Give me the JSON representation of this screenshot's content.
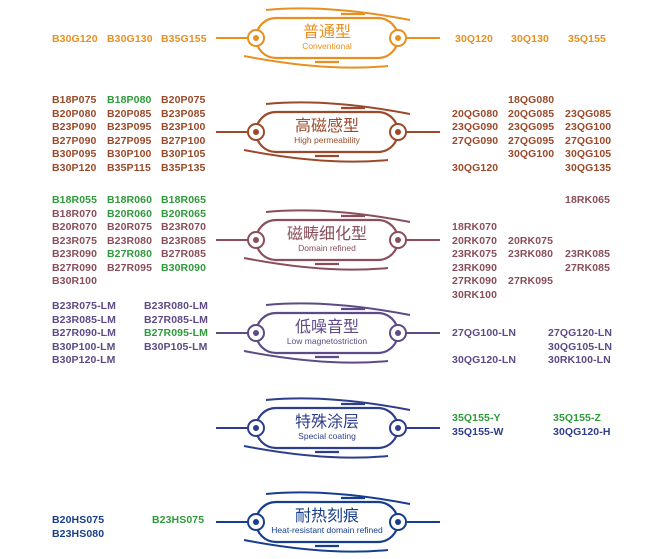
{
  "palette": {
    "orange": "#e8901f",
    "brown": "#9a4a2a",
    "mauve": "#8a4e5a",
    "purple": "#5d4a86",
    "navy": "#2e3d8c",
    "blue": "#173e8c",
    "green": "#2e9a3a"
  },
  "categories": [
    {
      "id": "conventional",
      "title_zh": "普通型",
      "title_en": "Conventional",
      "color": "#e8901f",
      "left_grades": [
        [
          {
            "t": "B30G120",
            "c": "#e8901f"
          },
          {
            "t": "B30G130",
            "c": "#e8901f"
          },
          {
            "t": "B35G155",
            "c": "#e8901f"
          }
        ]
      ],
      "right_grades": [
        [
          {
            "t": "30Q120",
            "c": "#e8901f"
          },
          {
            "t": "30Q130",
            "c": "#e8901f"
          },
          {
            "t": "35Q155",
            "c": "#e8901f"
          }
        ]
      ]
    },
    {
      "id": "high-permeability",
      "title_zh": "高磁感型",
      "title_en": "High permeability",
      "color": "#9a4a2a",
      "left_grades": [
        [
          {
            "t": "B18P075",
            "c": "#9a4a2a"
          },
          {
            "t": "B18P080",
            "c": "#2e9a3a"
          },
          {
            "t": "B20P075",
            "c": "#9a4a2a"
          }
        ],
        [
          {
            "t": "B20P080",
            "c": "#9a4a2a"
          },
          {
            "t": "B20P085",
            "c": "#9a4a2a"
          },
          {
            "t": "B23P085",
            "c": "#9a4a2a"
          }
        ],
        [
          {
            "t": "B23P090",
            "c": "#9a4a2a"
          },
          {
            "t": "B23P095",
            "c": "#9a4a2a"
          },
          {
            "t": "B23P100",
            "c": "#9a4a2a"
          }
        ],
        [
          {
            "t": "B27P090",
            "c": "#9a4a2a"
          },
          {
            "t": "B27P095",
            "c": "#9a4a2a"
          },
          {
            "t": "B27P100",
            "c": "#9a4a2a"
          }
        ],
        [
          {
            "t": "B30P095",
            "c": "#9a4a2a"
          },
          {
            "t": "B30P100",
            "c": "#9a4a2a"
          },
          {
            "t": "B30P105",
            "c": "#9a4a2a"
          }
        ],
        [
          {
            "t": "B30P120",
            "c": "#9a4a2a"
          },
          {
            "t": "B35P115",
            "c": "#9a4a2a"
          },
          {
            "t": "B35P135",
            "c": "#9a4a2a"
          }
        ]
      ],
      "right_grades": [
        [
          {
            "t": "",
            "c": ""
          },
          {
            "t": "18QG080",
            "c": "#9a4a2a"
          },
          {
            "t": "",
            "c": ""
          }
        ],
        [
          {
            "t": "20QG080",
            "c": "#9a4a2a"
          },
          {
            "t": "20QG085",
            "c": "#9a4a2a"
          },
          {
            "t": "23QG085",
            "c": "#9a4a2a"
          }
        ],
        [
          {
            "t": "23QG090",
            "c": "#9a4a2a"
          },
          {
            "t": "23QG095",
            "c": "#9a4a2a"
          },
          {
            "t": "23QG100",
            "c": "#9a4a2a"
          }
        ],
        [
          {
            "t": "27QG090",
            "c": "#9a4a2a"
          },
          {
            "t": "27QG095",
            "c": "#9a4a2a"
          },
          {
            "t": "27QG100",
            "c": "#9a4a2a"
          }
        ],
        [
          {
            "t": "",
            "c": ""
          },
          {
            "t": "30QG100",
            "c": "#9a4a2a"
          },
          {
            "t": "30QG105",
            "c": "#9a4a2a"
          }
        ],
        [
          {
            "t": "30QG120",
            "c": "#9a4a2a"
          },
          {
            "t": "",
            "c": ""
          },
          {
            "t": "30QG135",
            "c": "#9a4a2a"
          }
        ]
      ]
    },
    {
      "id": "domain-refined",
      "title_zh": "磁畴细化型",
      "title_en": "Domain refined",
      "color": "#8a4e5a",
      "left_grades": [
        [
          {
            "t": "B18R055",
            "c": "#2e9a3a"
          },
          {
            "t": "B18R060",
            "c": "#2e9a3a"
          },
          {
            "t": "B18R065",
            "c": "#2e9a3a"
          }
        ],
        [
          {
            "t": "B18R070",
            "c": "#8a4e5a"
          },
          {
            "t": "B20R060",
            "c": "#2e9a3a"
          },
          {
            "t": "B20R065",
            "c": "#2e9a3a"
          }
        ],
        [
          {
            "t": "B20R070",
            "c": "#8a4e5a"
          },
          {
            "t": "B20R075",
            "c": "#8a4e5a"
          },
          {
            "t": "B23R070",
            "c": "#8a4e5a"
          }
        ],
        [
          {
            "t": "B23R075",
            "c": "#8a4e5a"
          },
          {
            "t": "B23R080",
            "c": "#8a4e5a"
          },
          {
            "t": "B23R085",
            "c": "#8a4e5a"
          }
        ],
        [
          {
            "t": "B23R090",
            "c": "#8a4e5a"
          },
          {
            "t": "B27R080",
            "c": "#2e9a3a"
          },
          {
            "t": "B27R085",
            "c": "#8a4e5a"
          }
        ],
        [
          {
            "t": "B27R090",
            "c": "#8a4e5a"
          },
          {
            "t": "B27R095",
            "c": "#8a4e5a"
          },
          {
            "t": "B30R090",
            "c": "#2e9a3a"
          }
        ],
        [
          {
            "t": "B30R100",
            "c": "#8a4e5a"
          },
          {
            "t": "",
            "c": ""
          },
          {
            "t": "",
            "c": ""
          }
        ]
      ],
      "right_grades": [
        [
          {
            "t": "",
            "c": ""
          },
          {
            "t": "",
            "c": ""
          },
          {
            "t": "18RK065",
            "c": "#8a4e5a"
          }
        ],
        [
          {
            "t": "",
            "c": ""
          },
          {
            "t": "",
            "c": ""
          },
          {
            "t": "",
            "c": ""
          }
        ],
        [
          {
            "t": "18RK070",
            "c": "#8a4e5a"
          },
          {
            "t": "",
            "c": ""
          },
          {
            "t": "",
            "c": ""
          }
        ],
        [
          {
            "t": "20RK070",
            "c": "#8a4e5a"
          },
          {
            "t": "20RK075",
            "c": "#8a4e5a"
          },
          {
            "t": "",
            "c": ""
          }
        ],
        [
          {
            "t": "23RK075",
            "c": "#8a4e5a"
          },
          {
            "t": "23RK080",
            "c": "#8a4e5a"
          },
          {
            "t": "23RK085",
            "c": "#8a4e5a"
          }
        ],
        [
          {
            "t": "23RK090",
            "c": "#8a4e5a"
          },
          {
            "t": "",
            "c": ""
          },
          {
            "t": "27RK085",
            "c": "#8a4e5a"
          }
        ],
        [
          {
            "t": "27RK090",
            "c": "#8a4e5a"
          },
          {
            "t": "27RK095",
            "c": "#8a4e5a"
          },
          {
            "t": "",
            "c": ""
          }
        ],
        [
          {
            "t": "30RK100",
            "c": "#8a4e5a"
          },
          {
            "t": "",
            "c": ""
          },
          {
            "t": "",
            "c": ""
          }
        ]
      ]
    },
    {
      "id": "low-magnetostriction",
      "title_zh": "低噪音型",
      "title_en": "Low magnetostriction",
      "color": "#5d4a86",
      "left_grades": [
        [
          {
            "t": "B23R075-LM",
            "c": "#5d4a86"
          },
          {
            "t": "B23R080-LM",
            "c": "#5d4a86"
          }
        ],
        [
          {
            "t": "B23R085-LM",
            "c": "#5d4a86"
          },
          {
            "t": "B27R085-LM",
            "c": "#5d4a86"
          }
        ],
        [
          {
            "t": "B27R090-LM",
            "c": "#5d4a86"
          },
          {
            "t": "B27R095-LM",
            "c": "#2e9a3a"
          }
        ],
        [
          {
            "t": "B30P100-LM",
            "c": "#5d4a86"
          },
          {
            "t": "B30P105-LM",
            "c": "#5d4a86"
          }
        ],
        [
          {
            "t": "B30P120-LM",
            "c": "#5d4a86"
          },
          {
            "t": "",
            "c": ""
          }
        ]
      ],
      "right_grades": [
        [
          {
            "t": "",
            "c": ""
          },
          {
            "t": "",
            "c": ""
          }
        ],
        [
          {
            "t": "",
            "c": ""
          },
          {
            "t": "",
            "c": ""
          }
        ],
        [
          {
            "t": "27QG100-LN",
            "c": "#5d4a86"
          },
          {
            "t": "27QG120-LN",
            "c": "#5d4a86"
          }
        ],
        [
          {
            "t": "",
            "c": ""
          },
          {
            "t": "30QG105-LN",
            "c": "#5d4a86"
          }
        ],
        [
          {
            "t": "30QG120-LN",
            "c": "#5d4a86"
          },
          {
            "t": "30RK100-LN",
            "c": "#5d4a86"
          }
        ]
      ]
    },
    {
      "id": "special-coating",
      "title_zh": "特殊涂层",
      "title_en": "Special coating",
      "color": "#2e3d8c",
      "left_grades": [],
      "right_grades": [
        [
          {
            "t": "35Q155-Y",
            "c": "#2e9a3a"
          },
          {
            "t": "35Q155-Z",
            "c": "#2e9a3a"
          }
        ],
        [
          {
            "t": "35Q155-W",
            "c": "#2e3d8c"
          },
          {
            "t": "30QG120-H",
            "c": "#2e3d8c"
          }
        ]
      ]
    },
    {
      "id": "heat-resistant",
      "title_zh": "耐热刻痕",
      "title_en": "Heat-resistant domain refined",
      "color": "#173e8c",
      "left_grades": [
        [
          {
            "t": "B20HS075",
            "c": "#173e8c"
          },
          {
            "t": "B23HS075",
            "c": "#2e9a3a"
          }
        ],
        [
          {
            "t": "B23HS080",
            "c": "#173e8c"
          },
          {
            "t": "",
            "c": ""
          }
        ]
      ],
      "right_grades": []
    }
  ]
}
